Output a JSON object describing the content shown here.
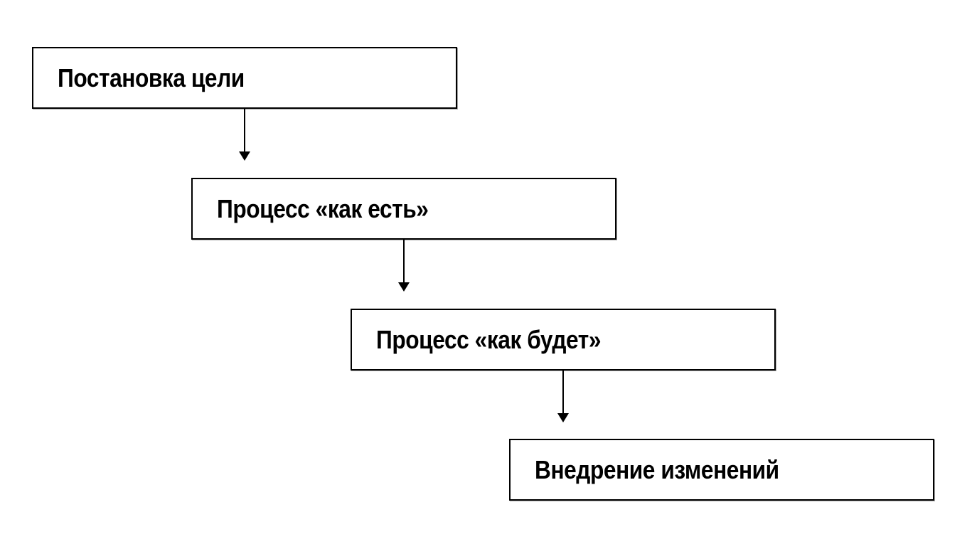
{
  "diagram": {
    "type": "flowchart",
    "background_color": "#ffffff",
    "box_fill_color": "#ffffff",
    "box_border_color": "#000000",
    "text_color": "#000000",
    "arrow_color": "#000000",
    "layout": "stepped-diagonal-top-left-to-bottom-right",
    "nodes": [
      {
        "id": "step-1",
        "label": "Постановка цели"
      },
      {
        "id": "step-2",
        "label": "Процесс «как есть»"
      },
      {
        "id": "step-3",
        "label": "Процесс «как будет»"
      },
      {
        "id": "step-4",
        "label": "Внедрение изменений"
      }
    ],
    "connectors": [
      {
        "from": "step-1",
        "to": "step-2",
        "style": "down-arrow"
      },
      {
        "from": "step-2",
        "to": "step-3",
        "style": "down-arrow"
      },
      {
        "from": "step-3",
        "to": "step-4",
        "style": "down-arrow"
      }
    ]
  }
}
